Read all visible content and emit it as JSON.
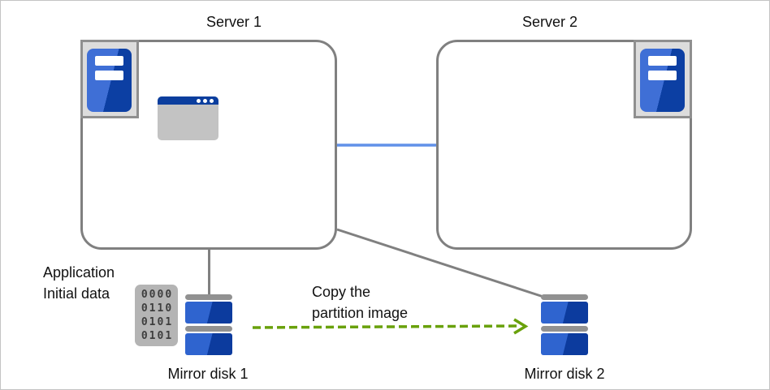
{
  "colors": {
    "box_border": "#808080",
    "line_gray": "#808080",
    "link_blue": "#6191e8",
    "arrow_green": "#69a10b",
    "tower_blue_light": "#3f6fd6",
    "tower_blue_dark": "#0c3fa3",
    "disk_blue_light": "#2f64cf",
    "disk_blue_dark": "#0c3b9e",
    "titlebar_blue": "#0b3e9e"
  },
  "servers": [
    {
      "label": "Server 1"
    },
    {
      "label": "Server 2"
    }
  ],
  "application": {
    "label": "Application"
  },
  "initial_data": {
    "line1": "Application",
    "line2": "Initial data",
    "binary_rows": [
      "0000",
      "0110",
      "0101",
      "0101"
    ]
  },
  "copy": {
    "line1": "Copy the",
    "line2": "partition image"
  },
  "disks": [
    {
      "label": "Mirror disk 1"
    },
    {
      "label": "Mirror disk 2"
    }
  ]
}
